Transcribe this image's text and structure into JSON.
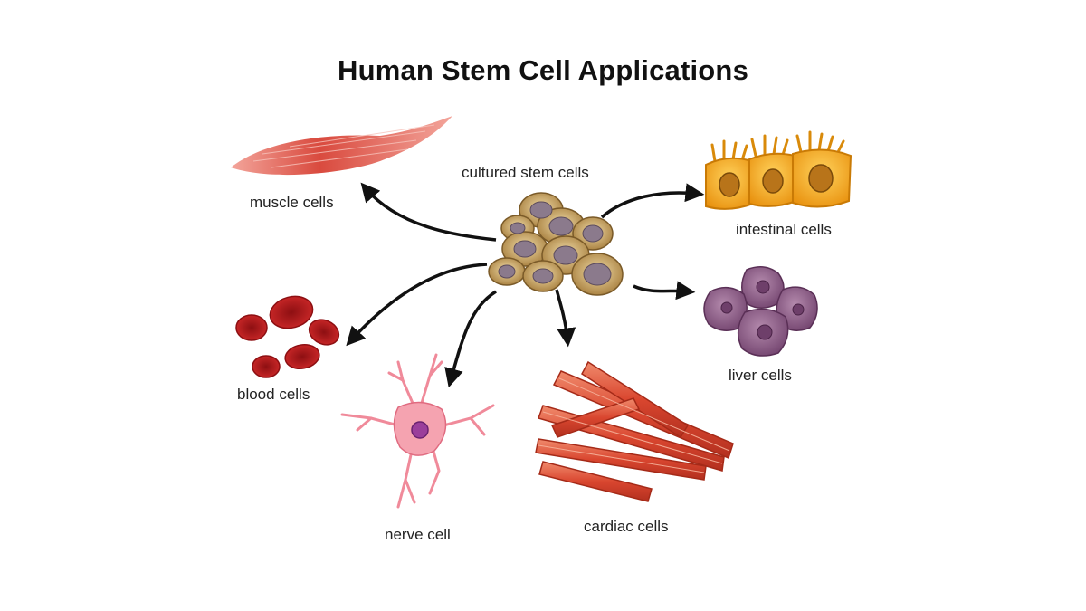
{
  "title": "Human Stem Cell Applications",
  "labels": {
    "center": "cultured stem cells",
    "muscle": "muscle cells",
    "intestinal": "intestinal cells",
    "blood": "blood cells",
    "liver": "liver cells",
    "nerve": "nerve cell",
    "cardiac": "cardiac cells"
  },
  "colors": {
    "arrow": "#111111",
    "stem": "#c9a565",
    "stem_nucleus": "#8b7a8c",
    "muscle": "#d94a3e",
    "blood": "#c21e1e",
    "nerve": "#f08a9a",
    "nerve_nucleus": "#9b3f9b",
    "cardiac": "#d9462f",
    "liver": "#8c5a85",
    "intestinal": "#f2a516"
  }
}
